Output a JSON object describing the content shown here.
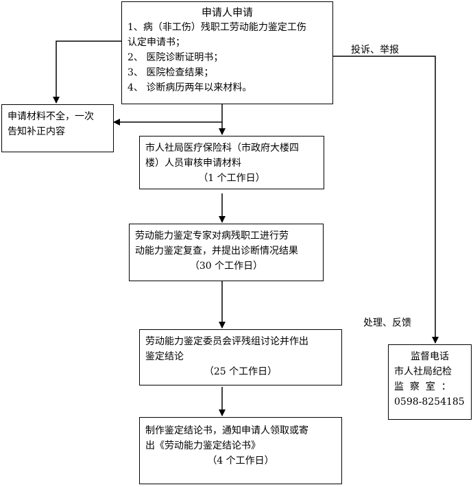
{
  "application_box": {
    "title": "申请人申请",
    "items": [
      "1、病（非工伤）残职工劳动能力鉴定工伤",
      "认定申请书；",
      "2、 医院诊断证明书；",
      "3、 医院检查结果；",
      "4、 诊断病历两年以来材料。"
    ]
  },
  "incomplete_box": {
    "lines": [
      "申请材料不全，一次",
      "告知补正内容"
    ]
  },
  "review_box": {
    "lines": [
      "市人社局医疗保险科（市政府大楼四",
      "楼）人员审核申请材料",
      "（1 个工作日）"
    ]
  },
  "expert_box": {
    "lines": [
      "劳动能力鉴定专家对病残职工进行劳",
      "动能力鉴定复查，并提出诊断情况结果",
      "（30 个工作日）"
    ]
  },
  "committee_box": {
    "lines": [
      "劳动能力鉴定委员会评残组讨论并作出",
      "鉴定结论",
      "（25 个工作日）"
    ]
  },
  "certificate_box": {
    "lines": [
      "制作鉴定结论书，通知申请人领取或寄",
      "出《劳动能力鉴定结论书》",
      "（4 个工作日）"
    ]
  },
  "supervision_box": {
    "lines": [
      "监督电话",
      "市人社局纪检",
      "监  察  室  ：",
      "0598-8254185"
    ]
  },
  "labels": {
    "complaint": "投诉、举报",
    "feedback": "处理、反馈"
  }
}
